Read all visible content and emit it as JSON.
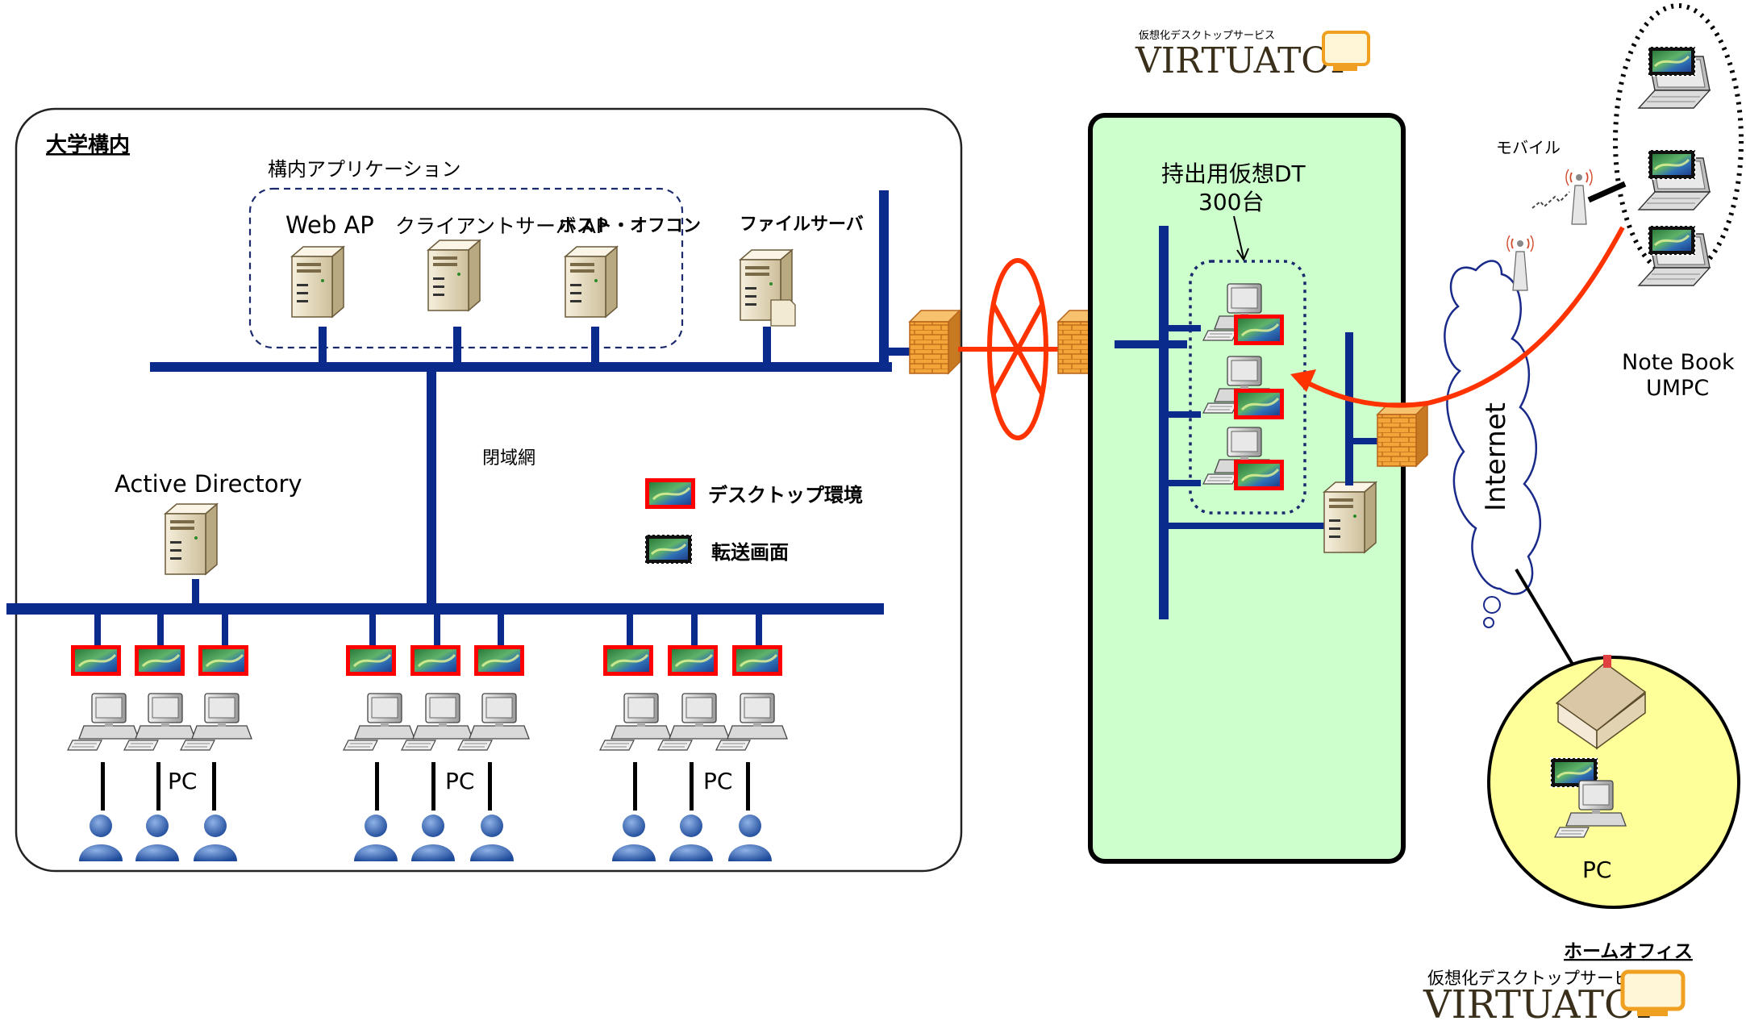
{
  "campus": {
    "title": "大学構内",
    "app_group_label": "構内アプリケーション",
    "servers": {
      "web_ap": "Web AP",
      "client_server_ap": "クライアントサーバ AP",
      "host_office": "ホスト・オフコン",
      "file_server": "ファイルサーバ",
      "active_directory": "Active Directory"
    },
    "closed_network": "閉域網",
    "pc_label": "PC"
  },
  "legend": {
    "desktop_env": "デスクトップ環境",
    "transfer_screen": "転送画面"
  },
  "datacenter": {
    "vdt_label_line1": "持出用仮想DT",
    "vdt_label_line2": "300台"
  },
  "external": {
    "mobile": "モバイル",
    "internet": "Internet",
    "notebook_line1": "Note Book",
    "notebook_line2": "UMPC",
    "home_pc": "PC",
    "home_office": "ホームオフィス"
  },
  "brand": {
    "subtitle": "仮想化デスクトップサービス",
    "name": "VIRTUATOP"
  },
  "colors": {
    "network_line": "#0a2a8c",
    "firewall": "#f0a030",
    "datacenter_fill": "#ccffcc",
    "home_fill": "#ffff99",
    "link_red": "#ff3300",
    "desktop_border": "#ff0000"
  }
}
